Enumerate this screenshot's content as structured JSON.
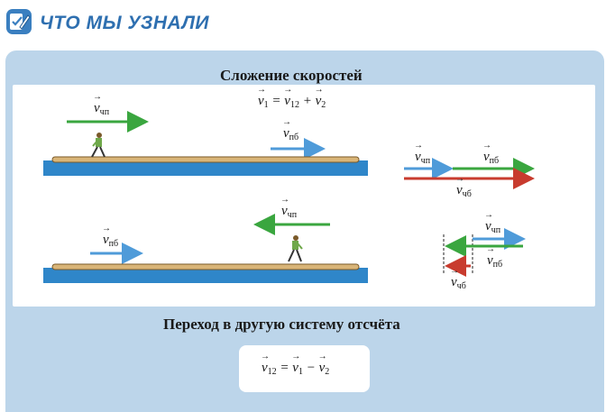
{
  "header": {
    "title": "ЧТО МЫ УЗНАЛИ"
  },
  "colors": {
    "panel": "#bcd5ea",
    "water": "#2f86c9",
    "plank": "#d9b578",
    "green_arrow": "#3aa63f",
    "blue_arrow": "#4f9bd9",
    "red_arrow": "#c83b2e",
    "title_blue": "#2e6fb0"
  },
  "section1": {
    "title": "Сложение скоростей",
    "formula": {
      "lhs": "v",
      "lhs_sub": "1",
      "eq": "=",
      "t1": "v",
      "t1_sub": "12",
      "plus": "+",
      "t2": "v",
      "t2_sub": "2"
    },
    "scene1": {
      "label_man": "v",
      "label_man_sub": "чп",
      "label_plank": "v",
      "label_plank_sub": "пб"
    },
    "scene2": {
      "label_man": "v",
      "label_man_sub": "чп",
      "label_plank": "v",
      "label_plank_sub": "пб"
    },
    "diagram1": {
      "a": "v",
      "a_sub": "чп",
      "b": "v",
      "b_sub": "пб",
      "c": "v",
      "c_sub": "чб"
    },
    "diagram2": {
      "a": "v",
      "a_sub": "чп",
      "b": "v",
      "b_sub": "пб",
      "c": "v",
      "c_sub": "чб"
    }
  },
  "section2": {
    "title": "Переход в другую систему отсчёта",
    "formula": {
      "lhs": "v",
      "lhs_sub": "12",
      "eq": "=",
      "t1": "v",
      "t1_sub": "1",
      "minus": "−",
      "t2": "v",
      "t2_sub": "2"
    }
  }
}
